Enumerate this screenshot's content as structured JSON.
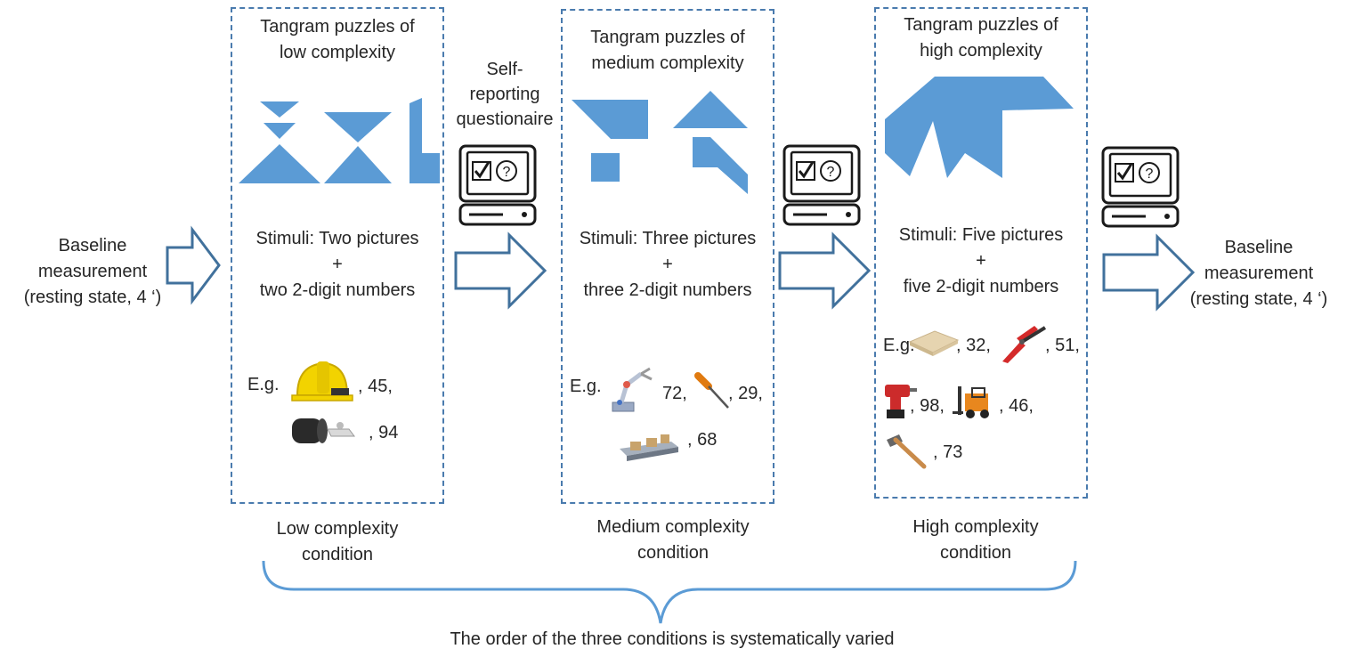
{
  "baseline_left": {
    "line1": "Baseline",
    "line2": "measurement",
    "line3": "(resting state, 4 ‘)"
  },
  "baseline_right": {
    "line1": "Baseline",
    "line2": "measurement",
    "line3": "(resting state, 4 ‘)"
  },
  "questionnaire": {
    "line1": "Self-",
    "line2": "reporting",
    "line3": "questionaire"
  },
  "panels": [
    {
      "title_line1": "Tangram puzzles of",
      "title_line2": "low complexity",
      "stimuli_line1": "Stimuli: Two pictures",
      "stimuli_plus": "+",
      "stimuli_line3": "two 2-digit numbers",
      "eg": "E.g.",
      "numbers": [
        ", 45,",
        ", 94"
      ],
      "condition_line1": "Low complexity",
      "condition_line2": "condition"
    },
    {
      "title_line1": "Tangram puzzles of",
      "title_line2": "medium complexity",
      "stimuli_line1": "Stimuli: Three pictures",
      "stimuli_plus": "+",
      "stimuli_line3": "three 2-digit numbers",
      "eg": "E.g.",
      "numbers": [
        "72,",
        ", 29,",
        ", 68"
      ],
      "condition_line1": "Medium complexity",
      "condition_line2": "condition"
    },
    {
      "title_line1": "Tangram puzzles of",
      "title_line2": "high complexity",
      "stimuli_line1": "Stimuli: Five pictures",
      "stimuli_plus": "+",
      "stimuli_line3": "five 2-digit numbers",
      "eg": "E.g.",
      "numbers": [
        ", 32,",
        ", 51,",
        ", 98,",
        ", 46,",
        ", 73"
      ],
      "condition_line1": "High complexity",
      "condition_line2": "condition"
    }
  ],
  "footer": "The order of the three conditions is systematically varied",
  "colors": {
    "accent": "#5b9bd5",
    "panel_border": "#4a7bae",
    "arrow_stroke": "#41719c"
  }
}
